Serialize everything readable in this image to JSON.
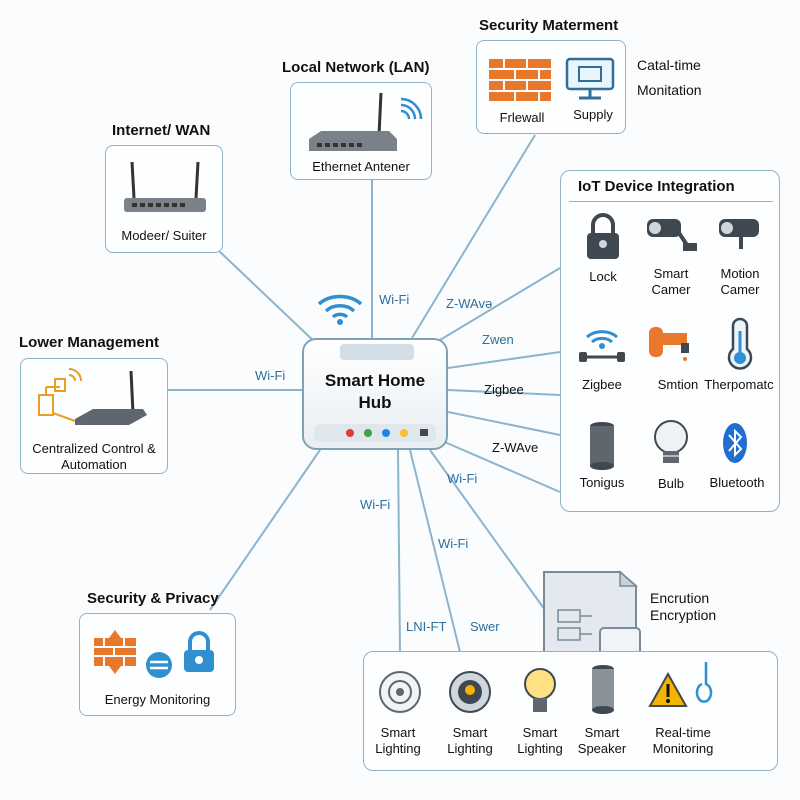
{
  "hub": {
    "title_line1": "Smart Home",
    "title_line2": "Hub",
    "led_colors": [
      "#e53935",
      "#43a047",
      "#1e88e5",
      "#fbc02d"
    ]
  },
  "internet": {
    "title": "Internet/ WAN",
    "label": "Modeer/ Suiter"
  },
  "lan": {
    "title": "Local Network (LAN)",
    "label": "Ethernet Antener"
  },
  "security_mgmt": {
    "title": "Security Materment",
    "firewall_label": "Frlewall",
    "supply_label": "Supply",
    "side_line1": "Catal-time",
    "side_line2": "Monitation"
  },
  "lower_mgmt": {
    "title": "Lower Management",
    "label_line1": "Centralized Control &",
    "label_line2": "Automation"
  },
  "iot": {
    "title": "IoT Device Integration",
    "items": [
      {
        "line1": "Lock",
        "line2": ""
      },
      {
        "line1": "Smart",
        "line2": "Camer"
      },
      {
        "line1": "Motion",
        "line2": "Camer"
      },
      {
        "line1": "Zigbee",
        "line2": ""
      },
      {
        "line1": "Smtion",
        "line2": ""
      },
      {
        "line1": "Therpomatc",
        "line2": ""
      },
      {
        "line1": "Tonigus",
        "line2": ""
      },
      {
        "line1": "Bulb",
        "line2": ""
      },
      {
        "line1": "Bluetooth",
        "line2": ""
      }
    ]
  },
  "security_privacy": {
    "title": "Security & Privacy",
    "label": "Energy Monitoring"
  },
  "encryption": {
    "line1": "Encrution",
    "line2": "Encryption"
  },
  "bottom_devices": [
    {
      "line1": "Smart",
      "line2": "Lighting"
    },
    {
      "line1": "Smart",
      "line2": "Lighting"
    },
    {
      "line1": "Smart",
      "line2": "Lighting"
    },
    {
      "line1": "Smart",
      "line2": "Speaker"
    },
    {
      "line1": "Real-time",
      "line2": "Monitoring"
    }
  ],
  "connections": {
    "wifi_top": "Wi-Fi",
    "zwave_top": "Z-WAvə",
    "zwen": "Zwen",
    "zigbee": "Zigbee",
    "zwave_mid": "Z-WAve",
    "wifi_right": "Wi-Fi",
    "wifi_left": "Wi-Fi",
    "wifi_bottom1": "Wi-Fi",
    "wifi_bottom2": "Wi-Fi",
    "lni_ft": "LNI-FT",
    "swer": "Swer"
  },
  "colors": {
    "line": "#8db4cc",
    "accent": "#2f6f9a",
    "orange": "#e8782c",
    "icon_dark": "#3f4850"
  },
  "icons": [
    "router-icon",
    "wifi-icon",
    "brick-firewall-icon",
    "monitor-icon",
    "lock-icon",
    "camera-icon",
    "faucet-icon",
    "thermostat-icon",
    "speaker-icon",
    "bulb-icon",
    "bluetooth-icon",
    "warning-icon",
    "document-icon",
    "arrows-icon"
  ]
}
